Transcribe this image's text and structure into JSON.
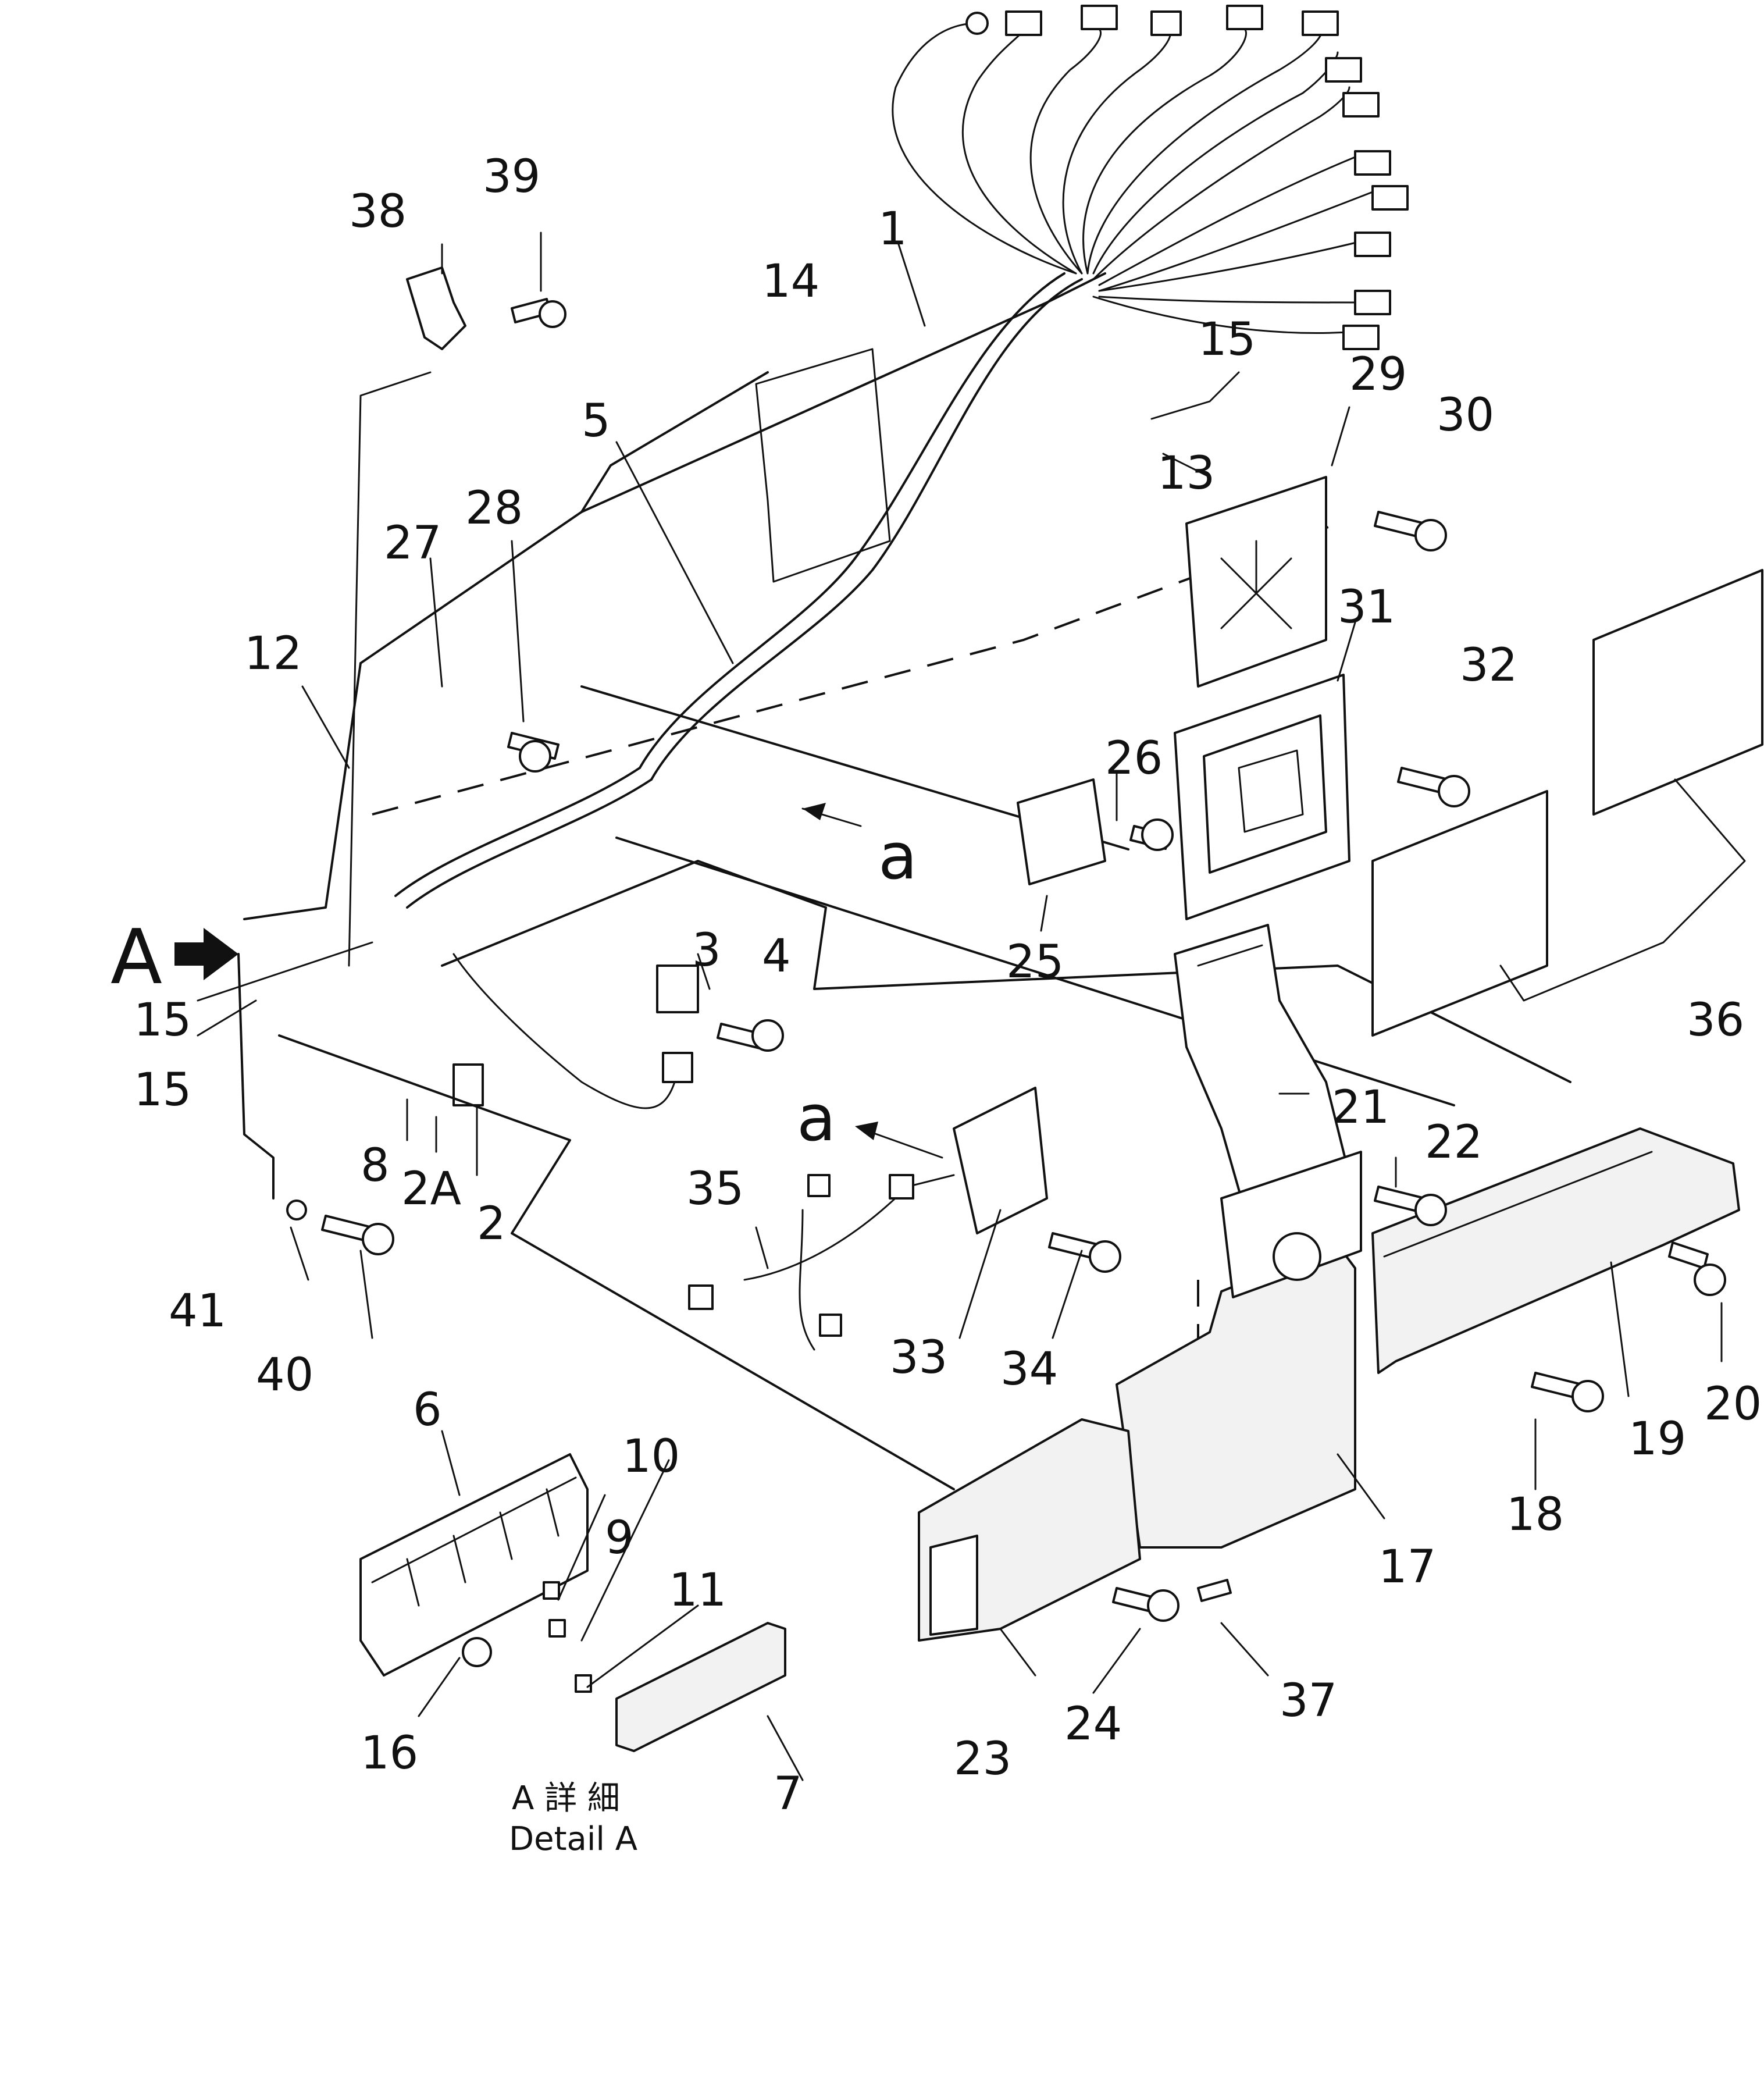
{
  "callouts": [
    {
      "id": "1",
      "label": "1"
    },
    {
      "id": "2",
      "label": "2"
    },
    {
      "id": "2A",
      "label": "2A"
    },
    {
      "id": "3",
      "label": "3"
    },
    {
      "id": "4",
      "label": "4"
    },
    {
      "id": "5",
      "label": "5"
    },
    {
      "id": "6",
      "label": "6"
    },
    {
      "id": "7",
      "label": "7"
    },
    {
      "id": "8",
      "label": "8"
    },
    {
      "id": "9",
      "label": "9"
    },
    {
      "id": "10",
      "label": "10"
    },
    {
      "id": "11",
      "label": "11"
    },
    {
      "id": "12",
      "label": "12"
    },
    {
      "id": "13",
      "label": "13"
    },
    {
      "id": "14",
      "label": "14"
    },
    {
      "id": "15a",
      "label": "15"
    },
    {
      "id": "15b",
      "label": "15"
    },
    {
      "id": "15c",
      "label": "15"
    },
    {
      "id": "16",
      "label": "16"
    },
    {
      "id": "17",
      "label": "17"
    },
    {
      "id": "18",
      "label": "18"
    },
    {
      "id": "19",
      "label": "19"
    },
    {
      "id": "20",
      "label": "20"
    },
    {
      "id": "21",
      "label": "21"
    },
    {
      "id": "22",
      "label": "22"
    },
    {
      "id": "23",
      "label": "23"
    },
    {
      "id": "24",
      "label": "24"
    },
    {
      "id": "25",
      "label": "25"
    },
    {
      "id": "26",
      "label": "26"
    },
    {
      "id": "27",
      "label": "27"
    },
    {
      "id": "28",
      "label": "28"
    },
    {
      "id": "29",
      "label": "29"
    },
    {
      "id": "30",
      "label": "30"
    },
    {
      "id": "31",
      "label": "31"
    },
    {
      "id": "32",
      "label": "32"
    },
    {
      "id": "33",
      "label": "33"
    },
    {
      "id": "34",
      "label": "34"
    },
    {
      "id": "35",
      "label": "35"
    },
    {
      "id": "36",
      "label": "36"
    },
    {
      "id": "37",
      "label": "37"
    },
    {
      "id": "38",
      "label": "38"
    },
    {
      "id": "39",
      "label": "39"
    },
    {
      "id": "40",
      "label": "40"
    },
    {
      "id": "41",
      "label": "41"
    }
  ],
  "view_marker": "A",
  "arrow_labels": {
    "a1": "a",
    "a2": "a"
  },
  "detail_caption": {
    "line1": "A 詳 細",
    "line2": "Detail A"
  }
}
